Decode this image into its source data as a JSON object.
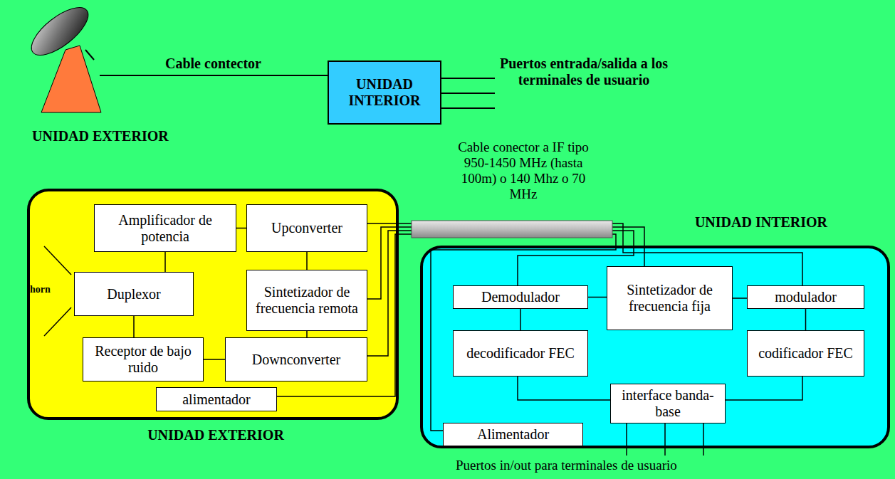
{
  "diagram": {
    "nodes": [
      {
        "text": [
          "UNIDAD INTERIOR"
        ]
      },
      {
        "text": [
          "UNIDAD EXTERIOR"
        ]
      },
      {
        "text": [
          "Amplificador de potencia"
        ],
        "in": 1
      },
      {
        "text": [
          "Upconverter"
        ],
        "in": 1
      },
      {
        "text": [
          "Duplexor"
        ],
        "in": 1
      },
      {
        "text": [
          "Sintetizador de frecuencia remota"
        ],
        "in": 1
      },
      {
        "text": [
          "Receptor de bajo ruido"
        ],
        "in": 1
      },
      {
        "text": [
          "Downconverter"
        ],
        "in": 1
      },
      {
        "text": [
          "alimentador"
        ],
        "in": 1
      },
      {
        "text": [
          "UNIDAD INTERIOR"
        ]
      },
      {
        "text": [
          "Demodulador"
        ],
        "in": 9
      },
      {
        "text": [
          "Sintetizador de frecuencia fija"
        ],
        "in": 9
      },
      {
        "text": [
          "modulador"
        ],
        "in": 9
      },
      {
        "text": [
          "decodificador FEC"
        ],
        "in": 9
      },
      {
        "text": [
          "codificador FEC"
        ],
        "in": 9
      },
      {
        "text": [
          "interface banda-base"
        ],
        "in": 9
      },
      {
        "text": [
          "Alimentador"
        ],
        "in": 9
      }
    ],
    "edges": [
      {
        "from": 2,
        "to": 3,
        "arrow": "none"
      },
      {
        "from": 3,
        "to": 5,
        "arrow": "none"
      },
      {
        "from": 5,
        "to": 7,
        "arrow": "none"
      },
      {
        "from": 6,
        "to": 7,
        "arrow": "none"
      },
      {
        "from": 2,
        "to": 4,
        "arrow": "none"
      },
      {
        "from": 4,
        "to": 6,
        "arrow": "none"
      },
      {
        "from": 10,
        "to": 11,
        "arrow": "none"
      },
      {
        "from": 11,
        "to": 12,
        "arrow": "none"
      },
      {
        "from": 10,
        "to": 13,
        "arrow": "none"
      },
      {
        "from": 12,
        "to": 14,
        "arrow": "none"
      },
      {
        "from": 13,
        "to": 15,
        "arrow": "none"
      },
      {
        "from": 15,
        "to": 14,
        "arrow": "none"
      },
      {
        "from": 3,
        "to": 12,
        "arrow": "none"
      },
      {
        "from": 5,
        "to": 11,
        "arrow": "none"
      },
      {
        "from": 7,
        "to": 10,
        "arrow": "none"
      },
      {
        "from": 8,
        "to": 16,
        "arrow": "none"
      }
    ],
    "labels": [
      "UNIDAD EXTERIOR",
      "Cable contector",
      "Puertos entrada/salida a los terminales de usuario",
      "Cable conector a IF tipo 950-1450 MHz (hasta 100m) o 140 Mhz o 70 MHz",
      "horn",
      "Puertos in/out para terminales de usuario"
    ]
  }
}
